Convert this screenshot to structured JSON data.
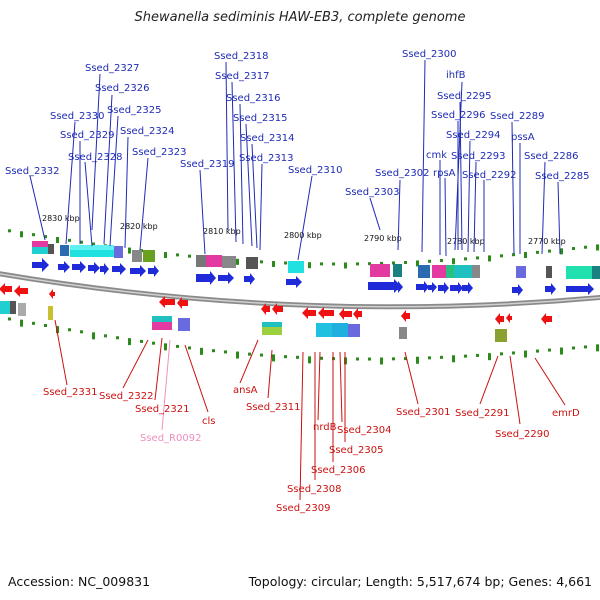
{
  "title": "Shewanella sediminis HAW-EB3, complete genome",
  "footer": {
    "accession": "Accession: NC_009831",
    "summary": "Topology: circular; Length: 5,517,674 bp; Genes: 4,661"
  },
  "scale_labels": [
    "2830 kbp",
    "2820 kbp",
    "2810 kbp",
    "2800 kbp",
    "2790 kbp",
    "2780 kbp",
    "2770 kbp"
  ],
  "top_genes": [
    "Ssed_2332",
    "Ssed_2330",
    "Ssed_2329",
    "Ssed_2328",
    "Ssed_2327",
    "Ssed_2326",
    "Ssed_2325",
    "Ssed_2324",
    "Ssed_2323",
    "Ssed_2319",
    "Ssed_2318",
    "Ssed_2317",
    "Ssed_2316",
    "Ssed_2315",
    "Ssed_2314",
    "Ssed_2313",
    "Ssed_2310",
    "Ssed_2303",
    "Ssed_2302",
    "Ssed_2300",
    "cmk",
    "rpsA",
    "ihfB",
    "Ssed_2295",
    "Ssed_2296",
    "Ssed_2294",
    "Ssed_2293",
    "Ssed_2292",
    "Ssed_2289",
    "pssA",
    "Ssed_2286",
    "Ssed_2285"
  ],
  "bottom_genes": [
    "Ssed_2331",
    "Ssed_2322",
    "Ssed_2321",
    "Ssed_R0092",
    "cls",
    "ansA",
    "Ssed_2311",
    "nrdB",
    "Ssed_2304",
    "Ssed_2305",
    "Ssed_2306",
    "Ssed_2308",
    "Ssed_2309",
    "Ssed_2301",
    "Ssed_2291",
    "Ssed_2290",
    "emrD"
  ],
  "colors": {
    "forward": "#1f2bd8",
    "reverse": "#ee1111",
    "backbone": "#7a7a7a",
    "tick": "#2a8a1a",
    "pink_label": "#f08fc0"
  }
}
